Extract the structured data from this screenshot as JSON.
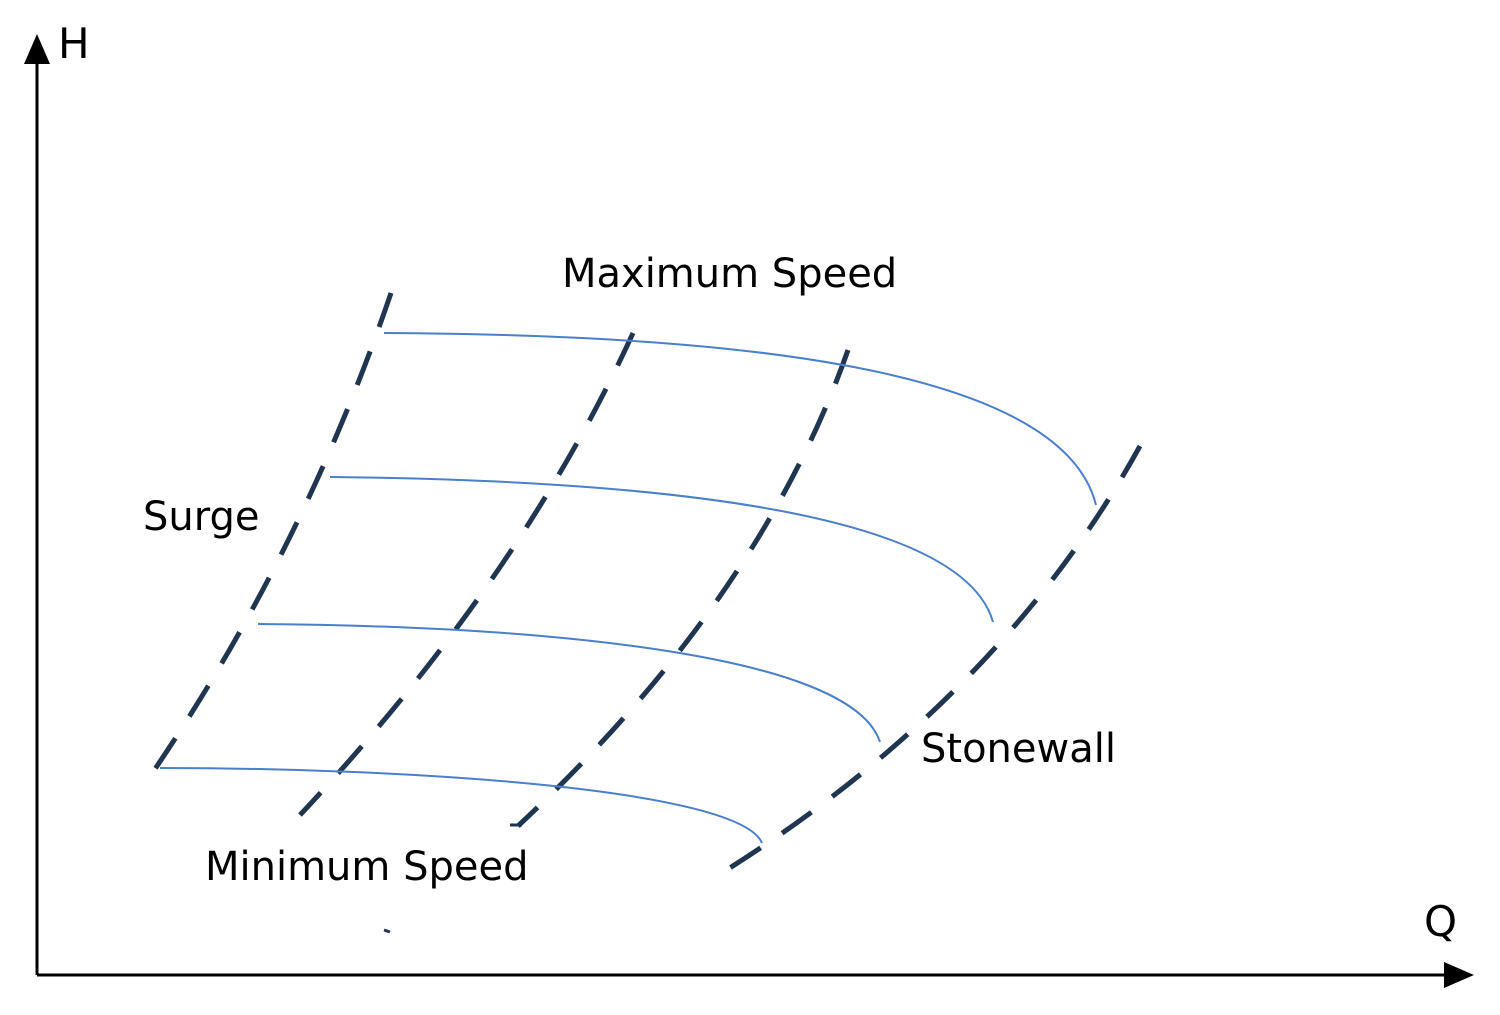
{
  "axes": {
    "y_label": "H",
    "x_label": "Q",
    "color": "#000000"
  },
  "labels": {
    "max_speed": "Maximum Speed",
    "min_speed": "Minimum Speed",
    "surge": "Surge",
    "stonewall": "Stonewall"
  },
  "colors": {
    "dashed_lines": "#1f3550",
    "speed_curves": "#4a7fc9"
  }
}
